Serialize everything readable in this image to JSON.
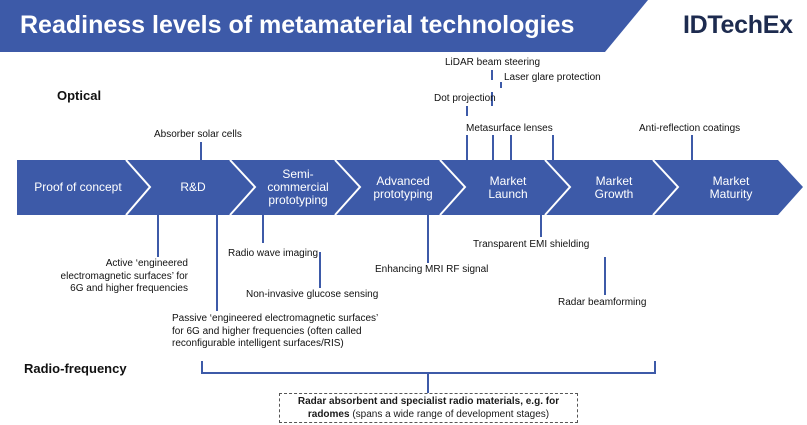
{
  "header": {
    "title": "Readiness levels of metamaterial technologies",
    "logo": "IDTechEx",
    "brand_color": "#3d5aa8"
  },
  "sections": {
    "optical": "Optical",
    "radio_frequency": "Radio-frequency"
  },
  "stages": [
    {
      "lines": [
        "Proof of concept"
      ]
    },
    {
      "lines": [
        "R&D"
      ]
    },
    {
      "lines": [
        "Semi-",
        "commercial",
        "prototyping"
      ]
    },
    {
      "lines": [
        "Advanced",
        "prototyping"
      ]
    },
    {
      "lines": [
        "Market",
        "Launch"
      ]
    },
    {
      "lines": [
        "Market",
        "Growth"
      ]
    },
    {
      "lines": [
        "Market",
        "Maturity"
      ]
    }
  ],
  "optical_labels": {
    "absorber_solar": "Absorber solar cells",
    "lidar": "LiDAR beam steering",
    "laser_glare": "Laser glare protection",
    "dot_projection": "Dot projection",
    "metasurface_lenses": "Metasurface lenses",
    "anti_reflection": "Anti-reflection coatings"
  },
  "rf_labels": {
    "active_surfaces": [
      "Active ‘engineered",
      "electromagnetic surfaces’ for",
      "6G and higher frequencies"
    ],
    "radio_wave_imaging": "Radio wave imaging",
    "glucose_sensing": "Non-invasive glucose sensing",
    "mri": "Enhancing MRI RF signal",
    "emi_shielding": "Transparent EMI shielding",
    "radar_beamforming": "Radar beamforming",
    "passive_surfaces": [
      "Passive ‘engineered electromagnetic surfaces’",
      "for 6G and higher frequencies (often called",
      "reconfigurable intelligent surfaces/RIS)"
    ]
  },
  "bottom_box": {
    "bold_1": "Radar absorbent and specialist radio materials, e.g. for",
    "bold_2": "radomes",
    "normal_2": " (spans a wide range of development stages)"
  }
}
